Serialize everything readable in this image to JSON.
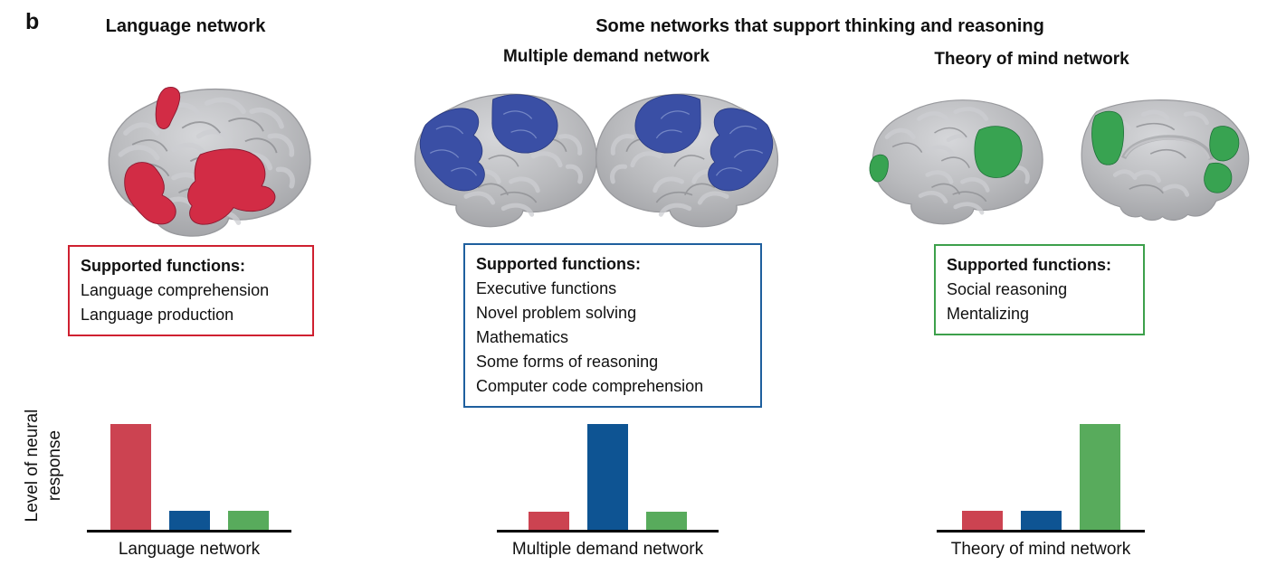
{
  "panel_label": "b",
  "group_heading": "Some networks that support thinking and reasoning",
  "colors": {
    "bar_red": "#cc4351",
    "bar_blue": "#0e5493",
    "bar_green": "#58ab5c",
    "region_red": "#d22c45",
    "region_blue": "#3a4fa5",
    "region_green": "#38a351",
    "box_red_border": "#cf2030",
    "box_blue_border": "#1f5f9e",
    "box_green_border": "#3da04b",
    "axis_black": "#000000"
  },
  "networks": [
    {
      "title": "Language network",
      "box": {
        "heading": "Supported functions:",
        "border_color": "#cf2030",
        "items": [
          "Language comprehension",
          "Language production"
        ]
      }
    },
    {
      "title": "Multiple demand network",
      "box": {
        "heading": "Supported functions:",
        "border_color": "#1f5f9e",
        "items": [
          "Executive functions",
          "Novel problem solving",
          "Mathematics",
          "Some forms of reasoning",
          "Computer code comprehension"
        ]
      }
    },
    {
      "title": "Theory of mind network",
      "box": {
        "heading": "Supported functions:",
        "border_color": "#3da04b",
        "items": [
          "Social reasoning",
          "Mentalizing"
        ]
      }
    }
  ],
  "chart_data": [
    {
      "type": "bar",
      "categories": [
        "Language",
        "Multiple demand",
        "Theory of mind"
      ],
      "values": [
        1.0,
        0.18,
        0.18
      ],
      "bar_colors": [
        "#cc4351",
        "#0e5493",
        "#58ab5c"
      ],
      "xlabel": "Language network",
      "ylabel": "Level of neural response",
      "ylim": [
        0,
        1.05
      ],
      "grid": false,
      "legend": "none"
    },
    {
      "type": "bar",
      "categories": [
        "Language",
        "Multiple demand",
        "Theory of mind"
      ],
      "values": [
        0.17,
        1.0,
        0.17
      ],
      "bar_colors": [
        "#cc4351",
        "#0e5493",
        "#58ab5c"
      ],
      "xlabel": "Multiple demand network",
      "ylabel": "",
      "ylim": [
        0,
        1.05
      ],
      "grid": false,
      "legend": "none"
    },
    {
      "type": "bar",
      "categories": [
        "Language",
        "Multiple demand",
        "Theory of mind"
      ],
      "values": [
        0.18,
        0.18,
        1.0
      ],
      "bar_colors": [
        "#cc4351",
        "#0e5493",
        "#58ab5c"
      ],
      "xlabel": "Theory of mind network",
      "ylabel": "",
      "ylim": [
        0,
        1.05
      ],
      "grid": false,
      "legend": "none"
    }
  ]
}
